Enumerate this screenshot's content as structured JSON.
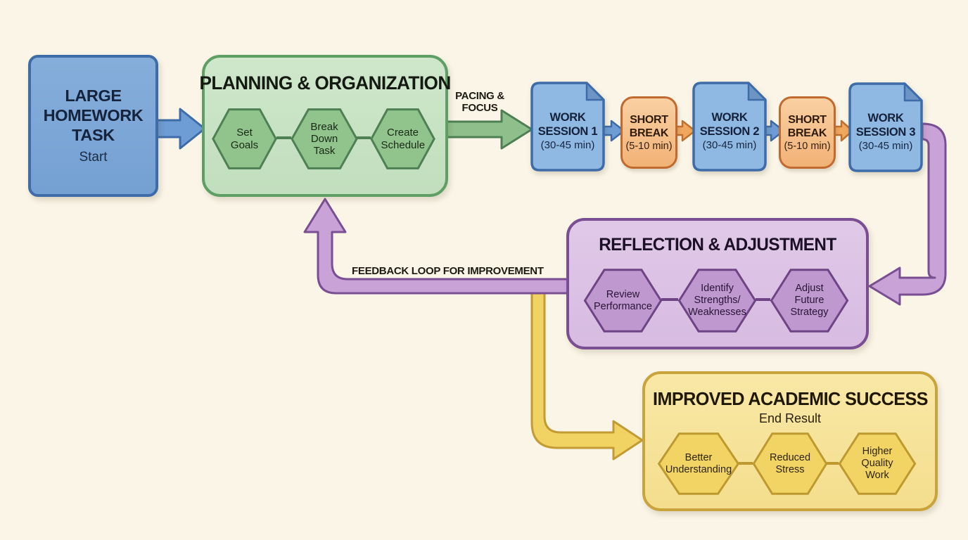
{
  "start": {
    "title": "LARGE HOMEWORK TASK",
    "subtitle": "Start"
  },
  "planning": {
    "title": "PLANNING & ORGANIZATION",
    "steps": [
      "Set Goals",
      "Break Down Task",
      "Create Schedule"
    ]
  },
  "labels": {
    "pacing": "PACING & FOCUS",
    "feedback": "FEEDBACK LOOP FOR IMPROVEMENT"
  },
  "sessions": [
    {
      "name": "WORK SESSION 1",
      "duration": "(30-45 min)"
    },
    {
      "name": "SHORT BREAK",
      "duration": "(5-10 min)"
    },
    {
      "name": "WORK SESSION 2",
      "duration": "(30-45 min)"
    },
    {
      "name": "SHORT BREAK",
      "duration": "(5-10 min)"
    },
    {
      "name": "WORK SESSION 3",
      "duration": "(30-45 min)"
    }
  ],
  "reflection": {
    "title": "REFLECTION & ADJUSTMENT",
    "steps": [
      "Review Performance",
      "Identify Strengths/ Weaknesses",
      "Adjust Future Strategy"
    ]
  },
  "success": {
    "title": "IMPROVED ACADEMIC SUCCESS",
    "subtitle": "End Result",
    "steps": [
      "Better Understanding",
      "Reduced Stress",
      "Higher Quality Work"
    ]
  },
  "colors": {
    "background": "#FAF5E7",
    "blue_fill": "#7FA9D8",
    "blue_border": "#3E6CA8",
    "green_fill": "#C9E3C5",
    "green_border": "#5E9F65",
    "green_hex": "#90C48C",
    "orange_fill": "#F6C38C",
    "orange_border": "#C06A2F",
    "purple_fill": "#DCC3E5",
    "purple_border": "#7A4E92",
    "purple_hex": "#BF98D0",
    "purple_pipe": "#C9A3D8",
    "yellow_fill": "#F7E49C",
    "yellow_border": "#C9A33B",
    "yellow_hex": "#F2D464",
    "yellow_pipe": "#F1D363"
  }
}
